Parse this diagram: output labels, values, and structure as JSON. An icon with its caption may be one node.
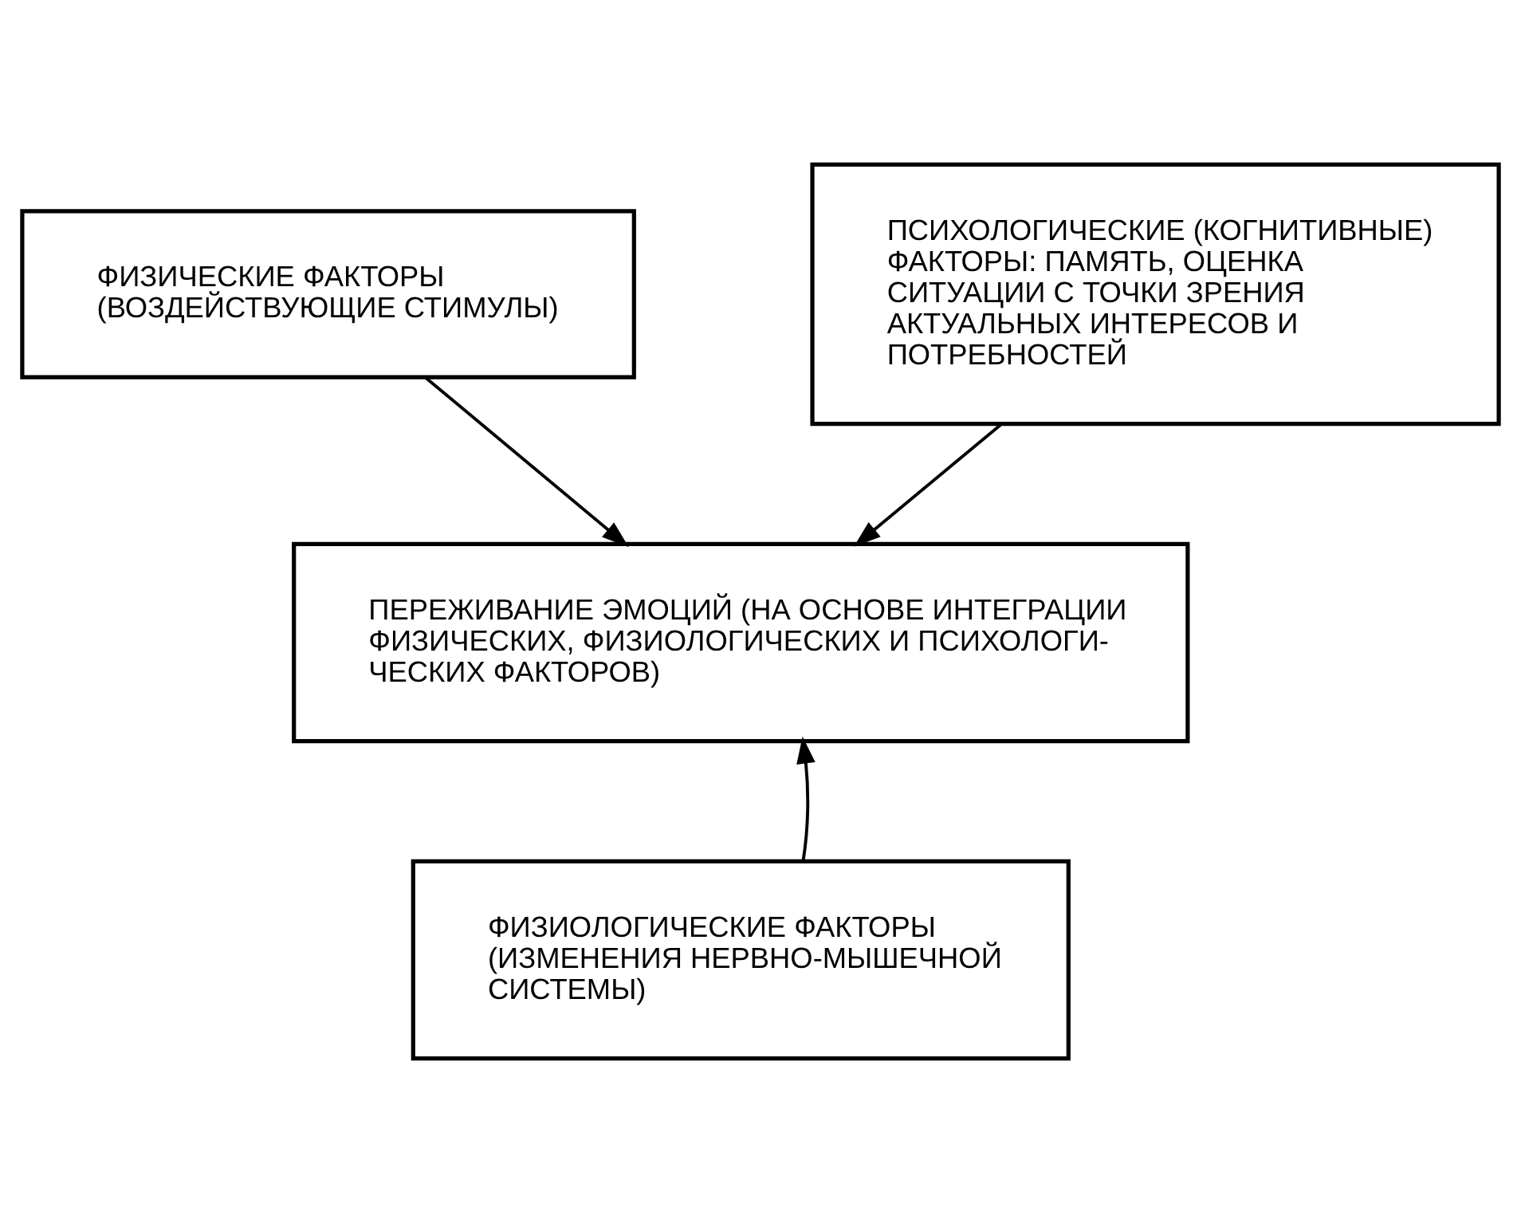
{
  "diagram": {
    "nodes": [
      {
        "text": [
          "ФИЗИЧЕСКИЕ ФАКТОРЫ (ВОЗДЕЙСТВУЮЩИЕ СТИМУЛЫ)"
        ]
      },
      {
        "text": [
          "ПСИХОЛОГИЧЕСКИЕ (КОГНИТИВНЫЕ) ФАКТОРЫ: ПАМЯТЬ, ОЦЕНКА СИТУАЦИИ С ТОЧКИ ЗРЕНИЯ АКТУАЛЬНЫХ ИНТЕРЕСОВ И ПОТРЕБНОСТЕЙ"
        ]
      },
      {
        "text": [
          "ПЕРЕЖИВАНИЕ ЭМОЦИЙ (НА ОСНОВЕ ИНТЕГРАЦИИ ФИЗИЧЕСКИХ, ФИЗИОЛОГИЧЕСКИХ И ПСИХОЛОГИ- ЧЕСКИХ ФАКТОРОВ)"
        ]
      },
      {
        "text": [
          "ФИЗИОЛОГИЧЕСКИЕ ФАКТОРЫ (ИЗМЕНЕНИЯ НЕРВНО-МЫШЕЧНОЙ СИСТЕМЫ)"
        ]
      }
    ],
    "edges": [
      {
        "from": 0,
        "to": 2,
        "arrow": "to"
      },
      {
        "from": 1,
        "to": 2,
        "arrow": "to"
      },
      {
        "from": 3,
        "to": 2,
        "arrow": "to"
      }
    ]
  }
}
